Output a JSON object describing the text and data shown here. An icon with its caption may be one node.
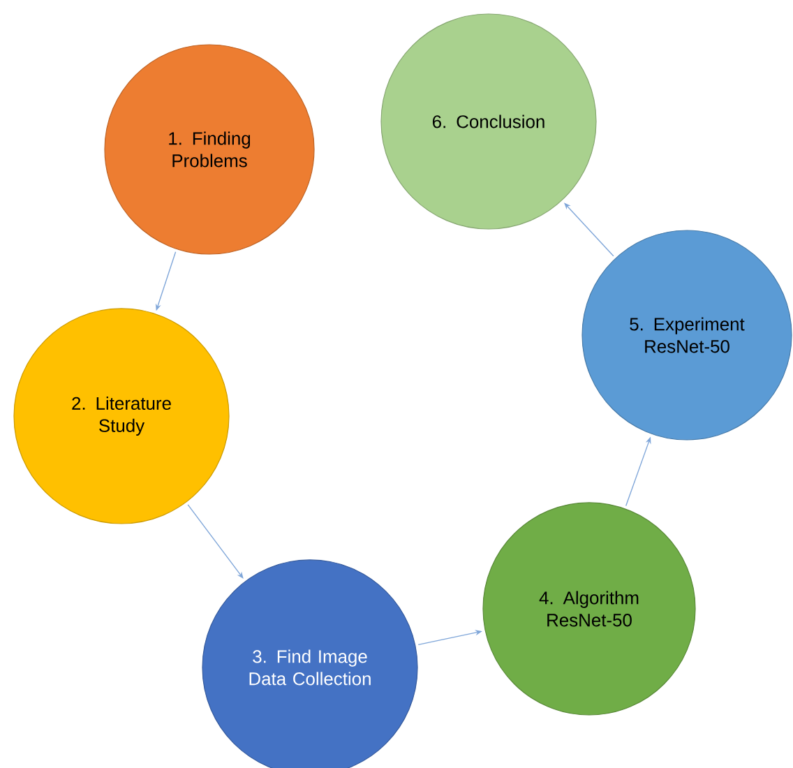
{
  "diagram": {
    "nodes": [
      {
        "text": [
          "1. Finding Problems"
        ]
      },
      {
        "text": [
          "2. Literature Study"
        ]
      },
      {
        "text": [
          "3. Find Image Data Collection"
        ]
      },
      {
        "text": [
          "4. Algorithm ResNet-50"
        ]
      },
      {
        "text": [
          "5. Experiment ResNet-50"
        ]
      },
      {
        "text": [
          "6. Conclusion"
        ]
      }
    ],
    "edges": [
      {
        "from": 0,
        "to": 1,
        "arrow": "to"
      },
      {
        "from": 1,
        "to": 2,
        "arrow": "to"
      },
      {
        "from": 2,
        "to": 3,
        "arrow": "to"
      },
      {
        "from": 3,
        "to": 4,
        "arrow": "to"
      },
      {
        "from": 4,
        "to": 5,
        "arrow": "to"
      }
    ]
  }
}
